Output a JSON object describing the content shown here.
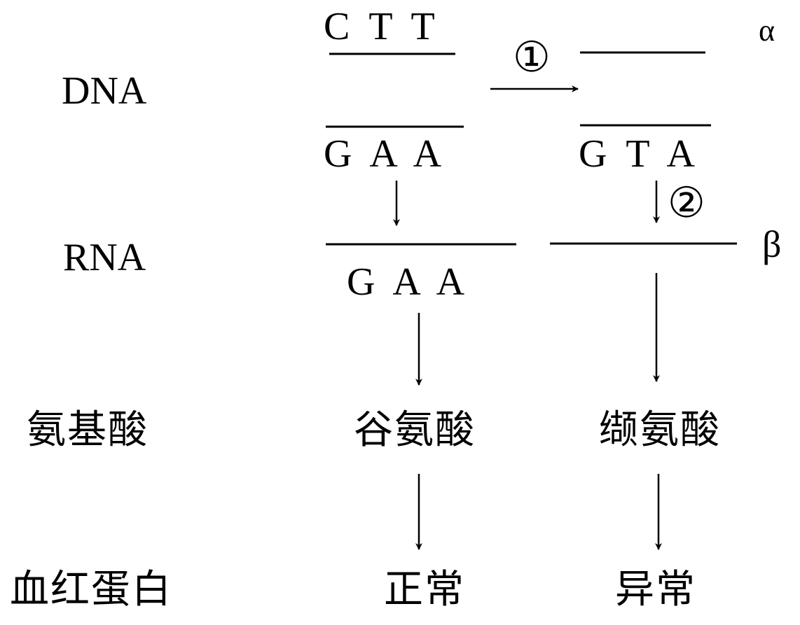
{
  "rows": {
    "dna": "DNA",
    "rna": "RNA",
    "amino_acid": "氨基酸",
    "hemoglobin": "血红蛋白"
  },
  "normal": {
    "dna_top": "C  T  T",
    "dna_bottom": "G  A  A",
    "rna": "G  A  A",
    "amino_acid": "谷氨酸",
    "hemoglobin": "正常"
  },
  "mutant": {
    "dna_bottom": "G  T  A",
    "amino_acid": "缬氨酸",
    "hemoglobin": "异常"
  },
  "labels": {
    "alpha": "α",
    "beta": "β",
    "step1": "①",
    "step2": "②"
  }
}
